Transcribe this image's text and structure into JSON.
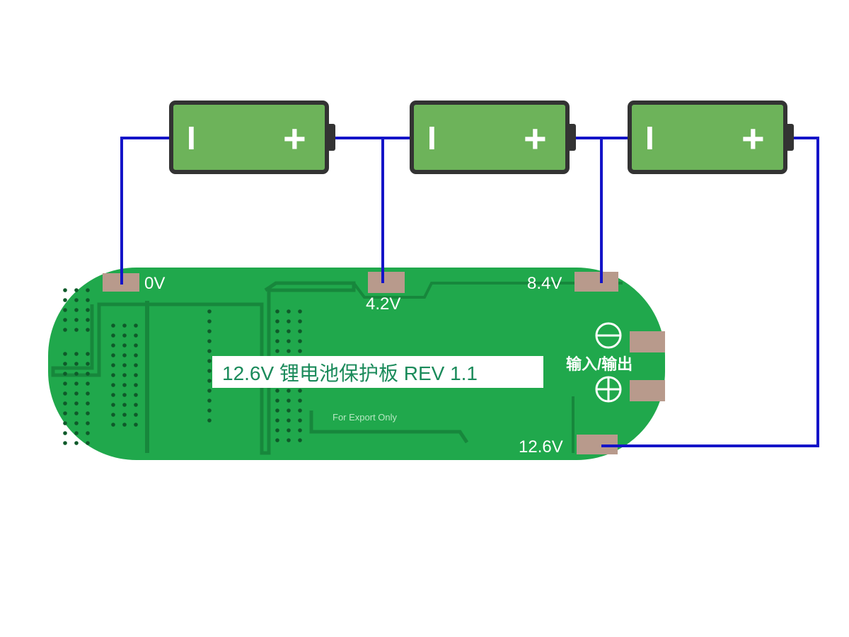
{
  "batteries": [
    {
      "minus": "I",
      "plus": "+"
    },
    {
      "minus": "I",
      "plus": "+"
    },
    {
      "minus": "I",
      "plus": "+"
    }
  ],
  "board": {
    "title": "12.6V 锂电池保护板 REV 1.1",
    "export_note": "For Export Only",
    "io_label": "输入/输出",
    "terminals": {
      "t0": "0V",
      "t1": "4.2V",
      "t2": "8.4V",
      "t3": "12.6V"
    },
    "minus_symbol": "minus-circle-icon",
    "plus_symbol": "plus-circle-icon"
  },
  "colors": {
    "wire": "#1414c8",
    "battery_fill": "#6db35a",
    "battery_border": "#333333",
    "board": "#20a84c",
    "board_trace": "#17873c",
    "pad": "#b89a8c"
  }
}
